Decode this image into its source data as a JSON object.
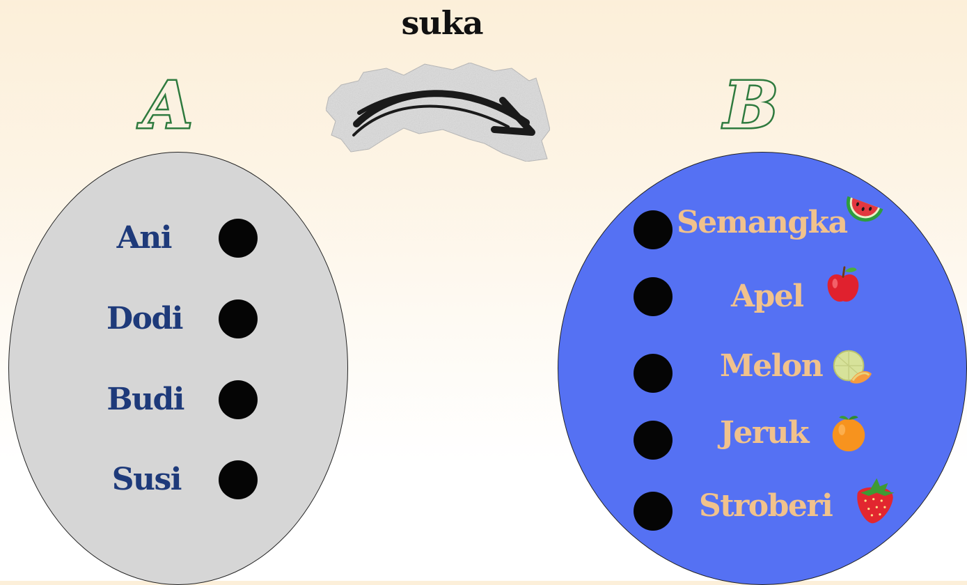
{
  "relation": {
    "label": "suka"
  },
  "sets": {
    "a": {
      "letter": "A",
      "items": [
        "Ani",
        "Dodi",
        "Budi",
        "Susi"
      ]
    },
    "b": {
      "letter": "B",
      "items": [
        {
          "label": "Semangka",
          "icon": "watermelon-icon"
        },
        {
          "label": "Apel",
          "icon": "apple-icon"
        },
        {
          "label": "Melon",
          "icon": "melon-icon"
        },
        {
          "label": "Jeruk",
          "icon": "orange-icon"
        },
        {
          "label": "Stroberi",
          "icon": "strawberry-icon"
        }
      ]
    }
  },
  "colors": {
    "set_a_fill": "#d6d6d6",
    "set_b_fill": "#5571f3",
    "set_a_text": "#1e3a7a",
    "set_b_text": "#f1c28c",
    "letter_outline": "#2e7a3e",
    "dot": "#050505"
  }
}
